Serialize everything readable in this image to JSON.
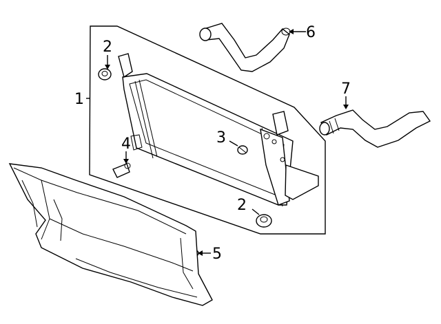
{
  "diagram": {
    "callouts": [
      {
        "id": "1",
        "text": "1"
      },
      {
        "id": "2a",
        "text": "2"
      },
      {
        "id": "2b",
        "text": "2"
      },
      {
        "id": "3",
        "text": "3"
      },
      {
        "id": "4",
        "text": "4"
      },
      {
        "id": "5",
        "text": "5"
      },
      {
        "id": "6",
        "text": "6"
      },
      {
        "id": "7",
        "text": "7"
      }
    ]
  }
}
